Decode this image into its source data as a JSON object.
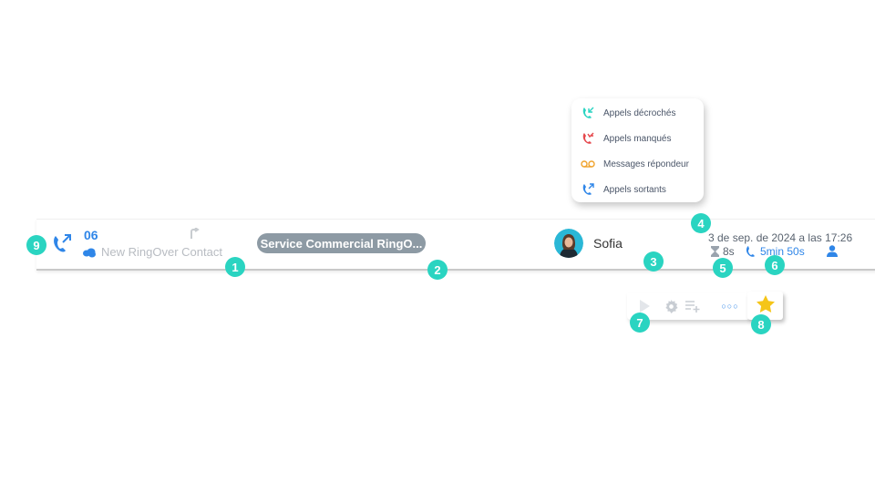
{
  "legend": {
    "items": [
      {
        "label": "Appels décrochés",
        "icon": "incoming-call-icon",
        "color": "#2ad4c1"
      },
      {
        "label": "Appels manqués",
        "icon": "missed-call-icon",
        "color": "#e5484d"
      },
      {
        "label": "Messages répondeur",
        "icon": "voicemail-icon",
        "color": "#f0a32c"
      },
      {
        "label": "Appels sortants",
        "icon": "outgoing-call-icon",
        "color": "#2f86e8"
      }
    ]
  },
  "call": {
    "number": "06",
    "contact_name": "New RingOver Contact",
    "tag": "Service Commercial RingO...",
    "agent_name": "Sofia",
    "datetime": "3 de sep. de 2024 a las 17:26",
    "duration": "8s",
    "talk_time": "5min 50s",
    "direction_color": "#2f86e8"
  },
  "actions": {
    "more_label": "○○○"
  },
  "badges": {
    "b1": "1",
    "b2": "2",
    "b3": "3",
    "b4": "4",
    "b5": "5",
    "b6": "6",
    "b7": "7",
    "b8": "8",
    "b9": "9"
  },
  "colors": {
    "accent": "#2ad4c1",
    "link_blue": "#2f86e8",
    "tag_bg": "#8d9aa4",
    "star": "#f5c518"
  }
}
